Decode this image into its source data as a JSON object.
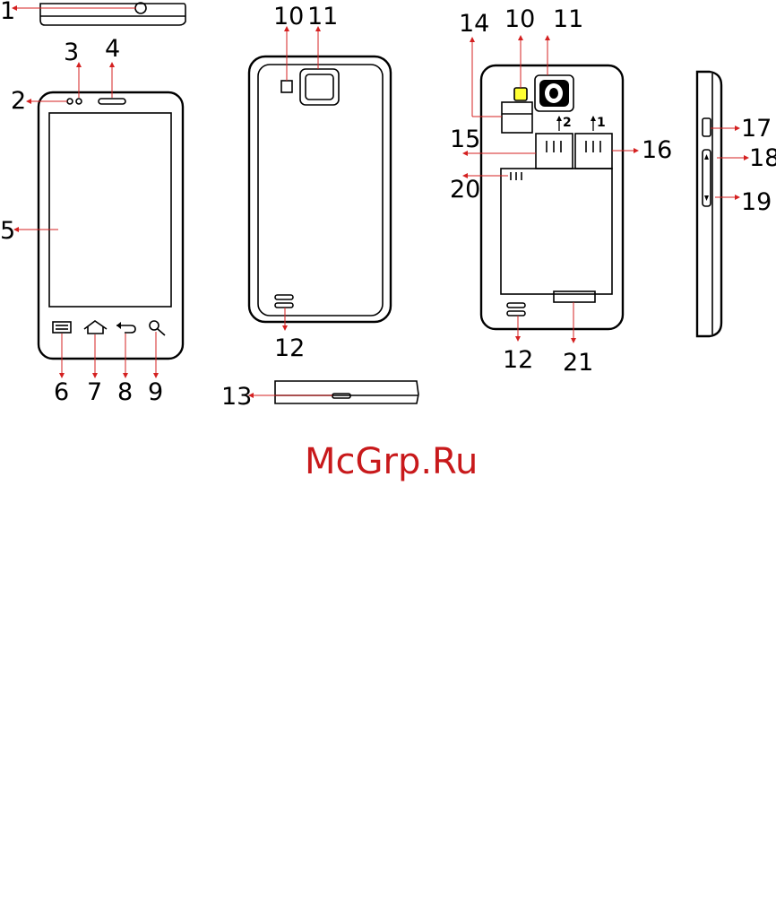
{
  "callouts": {
    "c1": "1",
    "c2": "2",
    "c3": "3",
    "c4": "4",
    "c5": "5",
    "c6": "6",
    "c7": "7",
    "c8": "8",
    "c9": "9",
    "c10a": "10",
    "c11a": "11",
    "c12a": "12",
    "c13": "13",
    "c14": "14",
    "c10b": "10",
    "c11b": "11",
    "c15": "15",
    "c16": "16",
    "c20": "20",
    "c12b": "12",
    "c21": "21",
    "c17": "17",
    "c18": "18",
    "c19": "19"
  },
  "slot_marks": {
    "sim2": "2",
    "sim1": "1"
  },
  "watermark": "McGrp.Ru",
  "colors": {
    "callout_arrow": "#d42020",
    "flash": "#ffff33",
    "watermark": "#c8191b"
  }
}
